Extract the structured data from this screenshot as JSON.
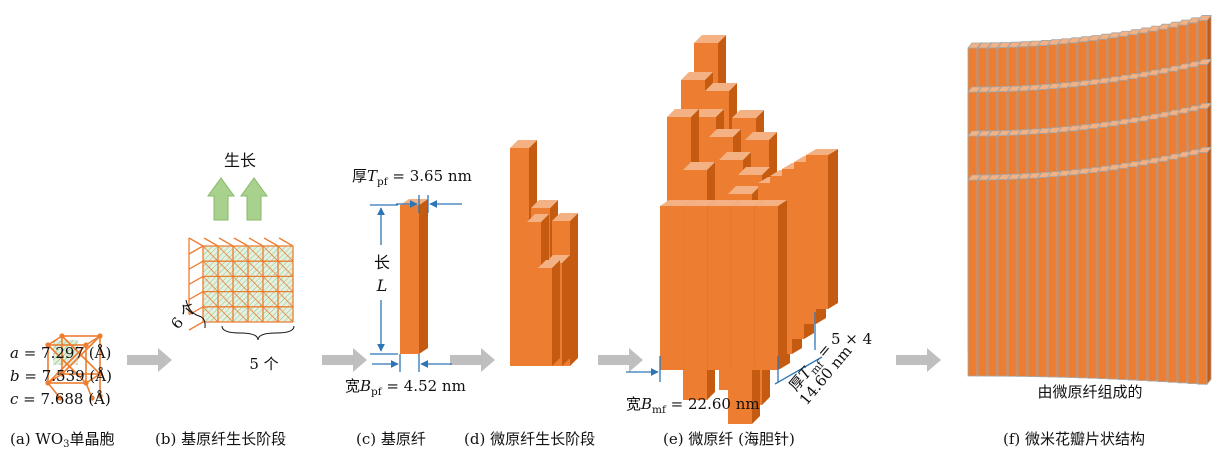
{
  "labels": {
    "lattice": [
      {
        "var": "a",
        "value": " = 7.297 (Å)"
      },
      {
        "var": "b",
        "value": " = 7.539 (Å)"
      },
      {
        "var": "c",
        "value": " = 7.688 (Å)"
      }
    ],
    "growth": "生长",
    "count_6": "6 个",
    "count_5": "5 个",
    "thickness_pf": {
      "prefix": "厚",
      "var": "T",
      "sub": "pf",
      "value": " = 3.65 nm"
    },
    "length": {
      "char": "长",
      "var": "L"
    },
    "width_pf": {
      "prefix": "宽",
      "var": "B",
      "sub": "pf",
      "value": " = 4.52 nm"
    },
    "width_mf": {
      "prefix": "宽",
      "var": "B",
      "sub": "mf",
      "value": " = 22.60 nm"
    },
    "thickness_mf": {
      "prefix": "厚",
      "var": "T",
      "sub": "mf",
      "eq": " =",
      "value": "14.60 nm"
    },
    "multiplier": "5 × 4",
    "composed": "由微原纤组成的"
  },
  "captions": [
    {
      "prefix": "(a) WO",
      "sub": "3",
      "suffix": "单晶胞"
    },
    {
      "text": "(b) 基原纤生长阶段"
    },
    {
      "text": "(c) 基原纤"
    },
    {
      "text": "(d) 微原纤生长阶段"
    },
    {
      "text": "(e) 微原纤 (海胆针)"
    },
    {
      "text": "(f) 微米花瓣片状结构"
    }
  ],
  "colors": {
    "orange": "#ED7D31",
    "orange_side": "#C55A11",
    "orange_top": "#F4B183",
    "blue": "#2E75B6",
    "arrow_gray": "#BFBFBF",
    "green_arrow": "#A9D18E",
    "hatch_green": "#8CBF8C"
  }
}
